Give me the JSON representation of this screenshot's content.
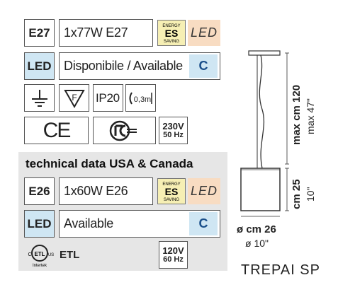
{
  "eu": {
    "socket": "E27",
    "bulb": "1x77W E27",
    "energy_badge": {
      "line1": "ENERGY",
      "line2": "ES",
      "line3": "SAVING"
    },
    "led_badge": "LED",
    "led_label": "LED",
    "availability": "Disponibile / Available",
    "availability_code": "C",
    "ip_rating": "IP20",
    "distance": "0,3m",
    "voltage": "230V",
    "frequency": "50 Hz",
    "ce_mark": "CE"
  },
  "usa": {
    "section_title": "technical data USA & Canada",
    "socket": "E26",
    "bulb": "1x60W E26",
    "energy_badge": {
      "line1": "ENERGY",
      "line2": "ES",
      "line3": "SAVING"
    },
    "led_badge": "LED",
    "led_label": "LED",
    "availability": "Available",
    "availability_code": "C",
    "etl_logo": {
      "left": "C",
      "center": "ETL",
      "right": "US",
      "bottom": "Intertek"
    },
    "etl_label": "ETL",
    "voltage": "120V",
    "frequency": "60 Hz"
  },
  "drawing": {
    "height_cm": "max cm 120",
    "height_in": "max 47\"",
    "shade_cm": "cm 25",
    "shade_in": "10\"",
    "diameter_cm": "ø cm 26",
    "diameter_in": "ø 10\""
  },
  "model_name": "TREPAI SP"
}
